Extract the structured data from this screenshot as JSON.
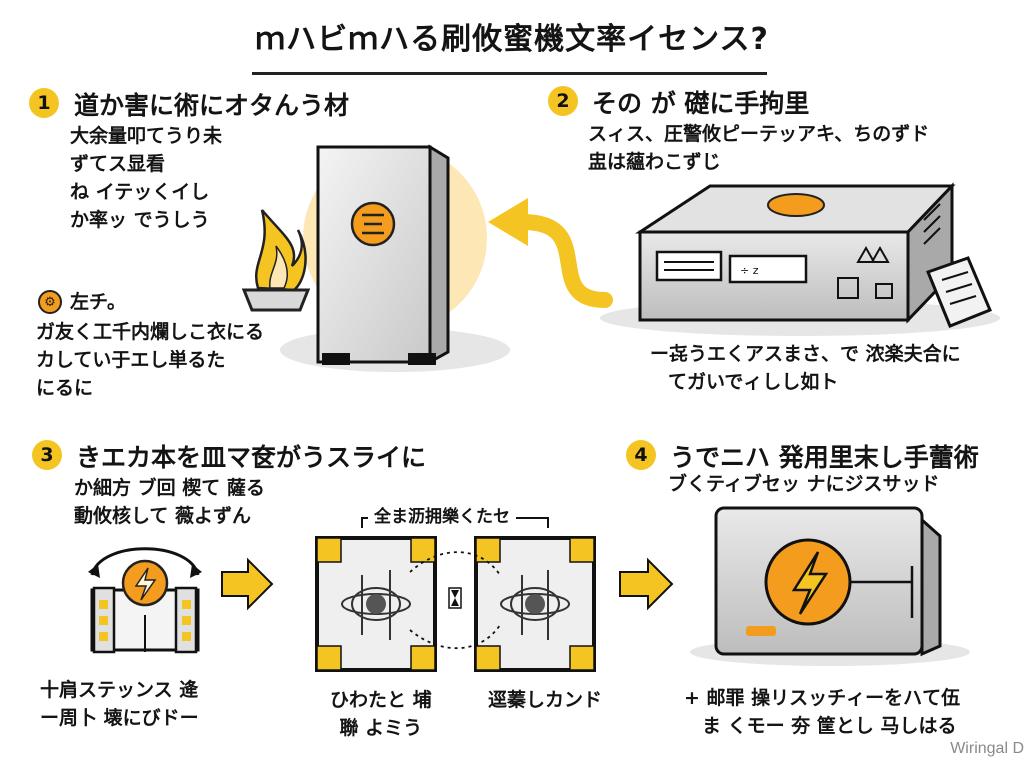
{
  "title": "ｍハビｍハる刷攸蜜機文率イセンス?",
  "sections": [
    {
      "number": "1",
      "title": "道か害に術にオタんう材",
      "lines": [
        "大余量叩てうり未",
        "ずてス显看",
        "ね イテッくイし",
        "か率ッ でうしう"
      ],
      "note_label": "左チ。",
      "note_lines": [
        "ガ友く工千内爛しこ衣にる",
        "カしてい于エし単るた",
        "にるに"
      ]
    },
    {
      "number": "2",
      "title": "その が 礎に手拘里",
      "lines": [
        "スィス、圧警攸ピーテッアキ、ちのずド",
        "盅は蘊わこずじ"
      ],
      "caption_lines": [
        "ー㐂うエくアスまさ、で 浓楽夫合に",
        "てガいでィしし如ト"
      ]
    },
    {
      "number": "3",
      "title": "きエカ本を皿マ奁がうスライに",
      "lines": [
        "か細方 ブ回 楔て 薩る",
        "動攸核して 薇よずん"
      ],
      "chip_header": "全ま沥拥樂くたセ",
      "left_caption": [
        "十肩ステッンス 逄",
        "ー周卜 壊にびドー"
      ],
      "chip_caption_1": [
        "ひわたと 埔",
        "聯 よミう"
      ],
      "chip_caption_2": "逕蓁しカンド"
    },
    {
      "number": "4",
      "title": "うでニハ 発用里末し手蕾術",
      "lines": [
        "ブくティブセッ ナにジスサッド"
      ],
      "caption_lines": [
        "+ 邮罪 操リスッチィーをハて伍",
        "ま くモー 夯 筐とし 马しはる"
      ]
    }
  ],
  "watermark": "Wiringal D",
  "colors": {
    "accent": "#f4c522",
    "orange": "#f39c1e",
    "ink": "#141414",
    "metal_light": "#ececec",
    "metal_mid": "#cfcfcf",
    "metal_dark": "#9c9c9c",
    "glow": "#fde7b5"
  },
  "icons": [
    "fire-bowl-icon",
    "lightning-icon",
    "document-icon",
    "warning-triangle-icon",
    "gear-icon"
  ]
}
